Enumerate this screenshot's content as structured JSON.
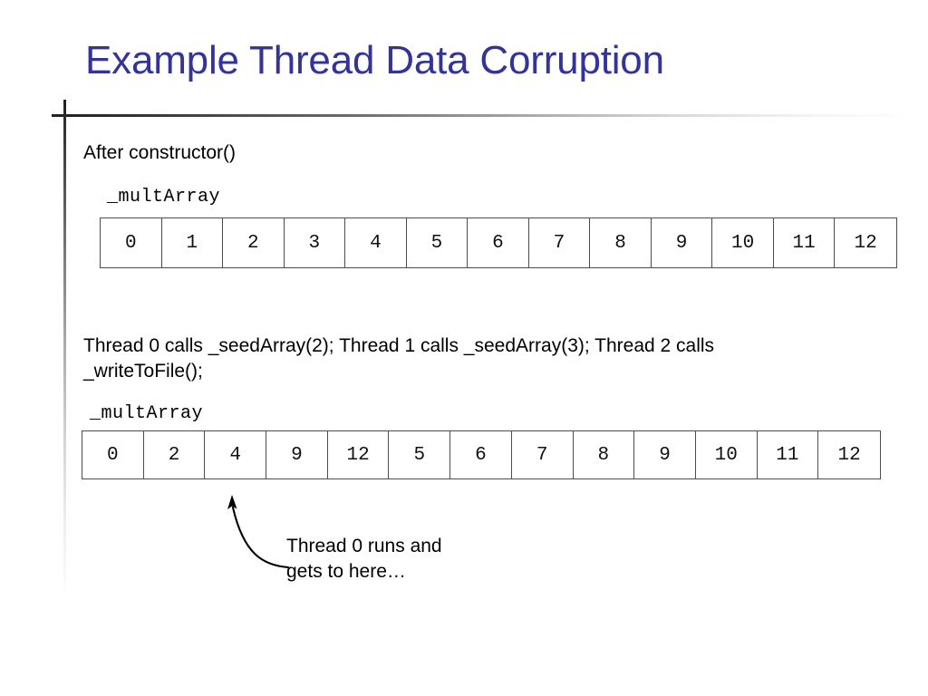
{
  "slide": {
    "title": "Example Thread Data Corruption",
    "title_color": "#333399",
    "background_color": "#ffffff"
  },
  "content": {
    "after_constructor_text": "After constructor()",
    "thread_calls_text": "Thread 0 calls _seedArray(2); Thread 1 calls _seedArray(3); Thread 2 calls _writeToFile();",
    "callout_text": "Thread 0 runs and\ngets to here…"
  },
  "arrays": [
    {
      "label": "_multArray",
      "values": [
        "0",
        "1",
        "2",
        "3",
        "4",
        "5",
        "6",
        "7",
        "8",
        "9",
        "10",
        "11",
        "12"
      ]
    },
    {
      "label": "_multArray",
      "values": [
        "0",
        "2",
        "4",
        "9",
        "12",
        "5",
        "6",
        "7",
        "8",
        "9",
        "10",
        "11",
        "12"
      ]
    }
  ]
}
